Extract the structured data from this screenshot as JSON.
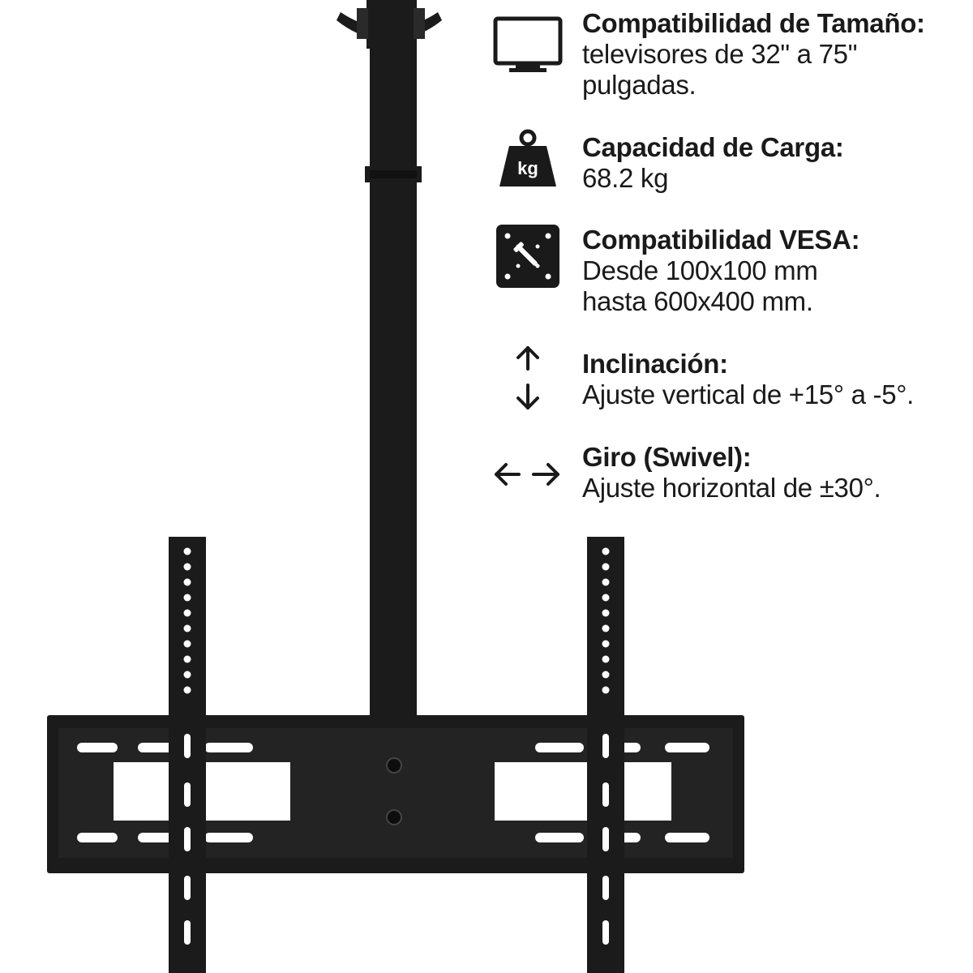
{
  "specs": [
    {
      "icon": "tv-icon",
      "title": "Compatibilidad de Tamaño:",
      "lines": [
        "televisores de 32\" a 75\"",
        "pulgadas."
      ]
    },
    {
      "icon": "weight-kg-icon",
      "icon_label": "kg",
      "title": "Capacidad de Carga:",
      "lines": [
        "68.2 kg"
      ]
    },
    {
      "icon": "vesa-plate-icon",
      "title": "Compatibilidad VESA:",
      "lines": [
        "Desde 100x100 mm",
        "hasta 600x400 mm."
      ]
    },
    {
      "icon": "vertical-arrows-icon",
      "title": "Inclinación:",
      "lines": [
        "Ajuste vertical de +15° a -5°."
      ]
    },
    {
      "icon": "horizontal-arrows-icon",
      "title": "Giro (Swivel):",
      "lines": [
        "Ajuste horizontal de ±30°."
      ]
    }
  ],
  "colors": {
    "mount": "#1b1b1b",
    "text": "#1a1a1a",
    "background": "#ffffff"
  }
}
